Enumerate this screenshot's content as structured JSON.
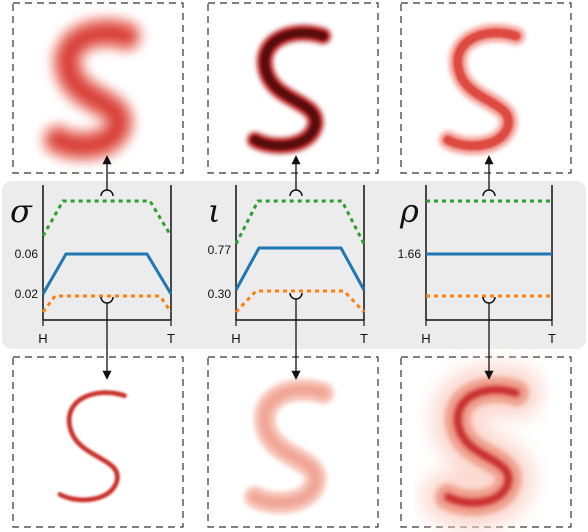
{
  "panels": [
    {
      "symbol": "σ",
      "tick_upper": "0.06",
      "tick_lower": "0.02",
      "x_start": "H",
      "x_end": "T",
      "blue_constant": false
    },
    {
      "symbol": "ι",
      "tick_upper": "0.77",
      "tick_lower": "0.30",
      "x_start": "H",
      "x_end": "T",
      "blue_constant": false
    },
    {
      "symbol": "ρ",
      "tick_upper": "1.66",
      "tick_lower": "",
      "x_start": "H",
      "x_end": "T",
      "blue_constant": true
    }
  ],
  "top_previews": [
    {
      "variant": "blurry"
    },
    {
      "variant": "dark"
    },
    {
      "variant": "bright"
    }
  ],
  "bottom_previews": [
    {
      "variant": "thin"
    },
    {
      "variant": "faint"
    },
    {
      "variant": "halo"
    }
  ],
  "colors": {
    "upper_curve": "#2ca02c",
    "middle_curve": "#1f77b4",
    "lower_curve": "#ff7f0e",
    "panel_bg": "#ececec",
    "stroke_red": "#d62728"
  }
}
